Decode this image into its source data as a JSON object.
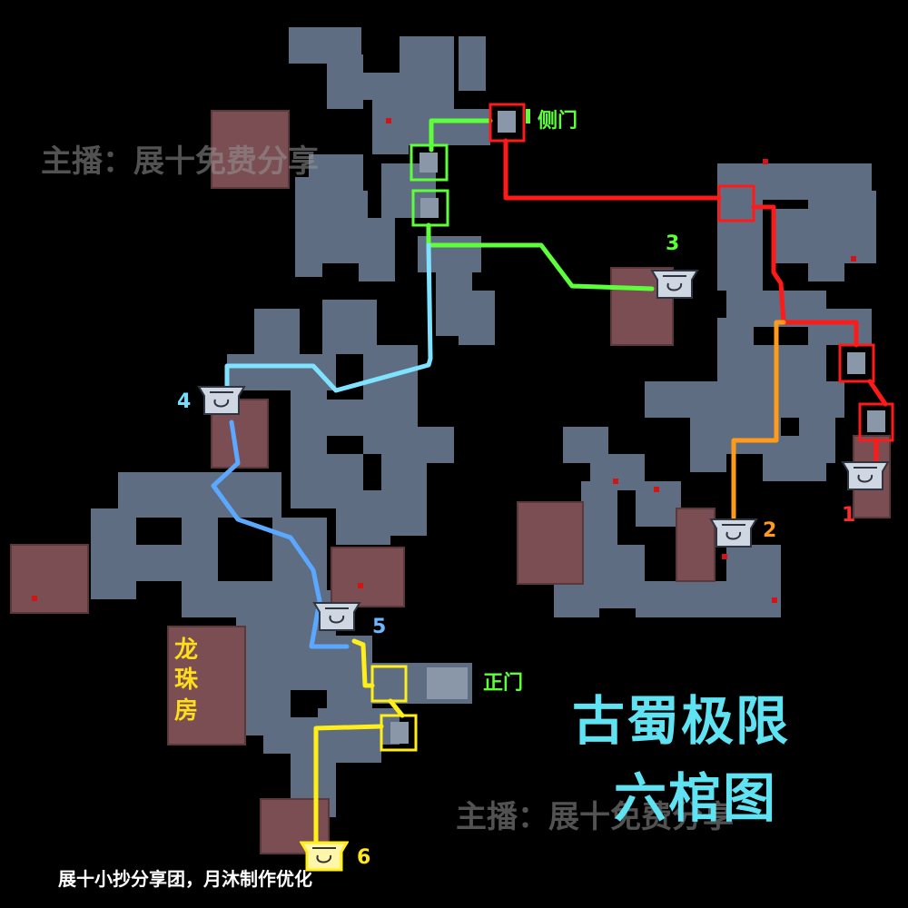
{
  "title_line1": "古蜀极限",
  "title_line2": "六棺图",
  "credit": "展十小抄分享团，月沐制作优化",
  "watermark_top": "主播：展十免费分享",
  "watermark_bottom": "主播：展十免费分享",
  "labels": {
    "side_door": "侧门",
    "main_door": "正门",
    "dragon_room": "龙珠房"
  },
  "coffins": [
    {
      "id": "1",
      "label": "1",
      "color": "#ff2a2a"
    },
    {
      "id": "2",
      "label": "2",
      "color": "#ff9a1a"
    },
    {
      "id": "3",
      "label": "3",
      "color": "#5cff3a"
    },
    {
      "id": "4",
      "label": "4",
      "color": "#6fe0ff"
    },
    {
      "id": "5",
      "label": "5",
      "color": "#6fb6ff"
    },
    {
      "id": "6",
      "label": "6",
      "color": "#ffe81a"
    }
  ],
  "route_colors": {
    "red": "#ff1a1a",
    "orange": "#ff9a1a",
    "green": "#5cff3a",
    "cyan": "#7fe3ff",
    "blue": "#5aa8ff",
    "yellow": "#ffee1a"
  },
  "icons": [
    "coffin-icon",
    "door-marker-icon",
    "red-marker-icon"
  ]
}
